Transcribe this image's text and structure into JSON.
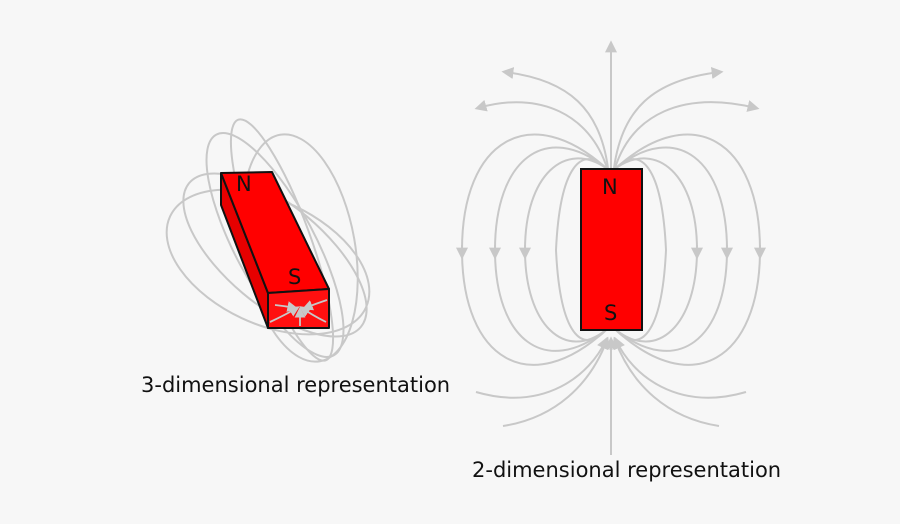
{
  "colors": {
    "background": "#f7f7f7",
    "magnet": "#ff0000",
    "field_line": "#c8c8c8",
    "outline": "#111111"
  },
  "three_d": {
    "north_label": "N",
    "south_label": "S",
    "caption": "3-dimensional representation"
  },
  "two_d": {
    "north_label": "N",
    "south_label": "S",
    "caption": "2-dimensional representation"
  }
}
